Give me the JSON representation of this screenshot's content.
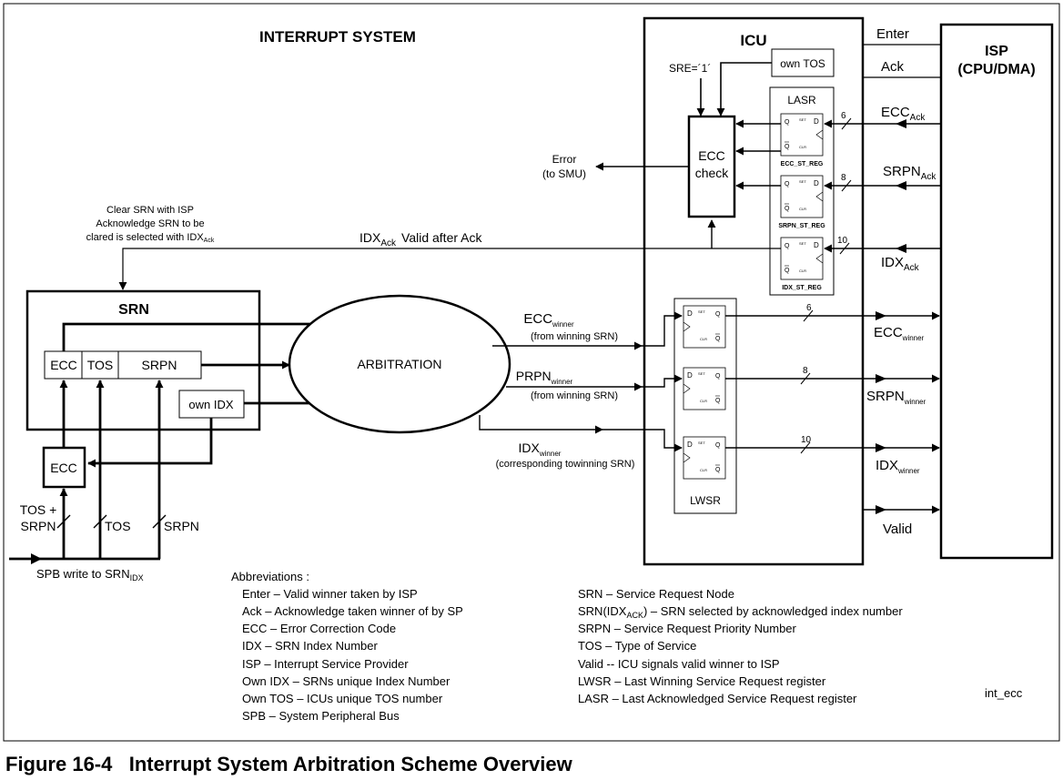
{
  "title": "INTERRUPT SYSTEM",
  "caption": "Figure 16-4   Interrupt System Arbitration Scheme Overview",
  "ref_code": "int_ecc",
  "icu": {
    "title": "ICU",
    "sre": "SRE=´1´",
    "own_tos": "own TOS",
    "lasr": "LASR",
    "ecc_check_1": "ECC",
    "ecc_check_2": "check",
    "lwsr": "LWSR",
    "regs": [
      "ECC_ST_REG",
      "SRPN_ST_REG",
      "IDX_ST_REG"
    ]
  },
  "isp": {
    "title_1": "ISP",
    "title_2": "(CPU/DMA)"
  },
  "signals": {
    "enter": "Enter",
    "ack": "Ack",
    "ecc_ack": "ECC",
    "ack_sub": "Ack",
    "srpn_ack": "SRPN",
    "idx_ack": "IDX",
    "idx_ack_main": "IDX",
    "idx_ack_tail": "Valid after Ack",
    "ecc_winner": "ECC",
    "srpn_winner": "SRPN",
    "idx_winner": "IDX",
    "winner_sub": "winner",
    "valid": "Valid",
    "error_1": "Error",
    "error_2": "(to SMU)"
  },
  "widths": {
    "w6": "6",
    "w8": "8",
    "w10": "10"
  },
  "clear_note": {
    "line1": "Clear SRN with ISP",
    "line2": "Acknowledge SRN to be",
    "line3": "clared is  selected with IDX",
    "line3_sub": "Ack"
  },
  "srn": {
    "title": "SRN",
    "ecc": "ECC",
    "tos": "TOS",
    "srpn": "SRPN",
    "own_idx": "own IDX",
    "ecc_block": "ECC"
  },
  "arbitration": "ARBITRATION",
  "arb_outputs": {
    "ecc": "ECC",
    "ecc_sub": "winner",
    "ecc_note": "(from winning SRN)",
    "prpn": "PRPN",
    "prpn_sub": "winner",
    "prpn_note": "(from winning SRN)",
    "idx": "IDX",
    "idx_sub": "winner",
    "idx_note": "(corresponding towinning SRN)"
  },
  "bus": {
    "tos_srpn_1": "TOS +",
    "tos_srpn_2": "SRPN",
    "tos": "TOS",
    "srpn": "SRPN",
    "spb": "SPB write to SRN",
    "spb_sub": "IDX"
  },
  "abbreviations": {
    "heading": "Abbreviations :",
    "left": [
      "Enter – Valid winner taken by ISP",
      "Ack    – Acknowledge taken winner of by SP",
      "ECC  – Error Correction Code",
      "IDX   – SRN Index Number",
      "ISP   – Interrupt Service Provider",
      "Own IDX – SRNs unique Index Number",
      "Own TOS – ICUs unique TOS number",
      "SPB – System Peripheral Bus"
    ],
    "right_0": "SRN – Service Request Node",
    "right_1a": "SRN(IDX",
    "right_1sub": "ACK",
    "right_1b": ") – SRN selected by acknowledged index number",
    "right_rest": [
      "SRPN – Service Request Priority Number",
      "TOS – Type of Service",
      "Valid --  ICU signals valid winner to ISP",
      "LWSR – Last Winning Service Request register",
      "LASR – Last Acknowledged Service Request register"
    ]
  }
}
